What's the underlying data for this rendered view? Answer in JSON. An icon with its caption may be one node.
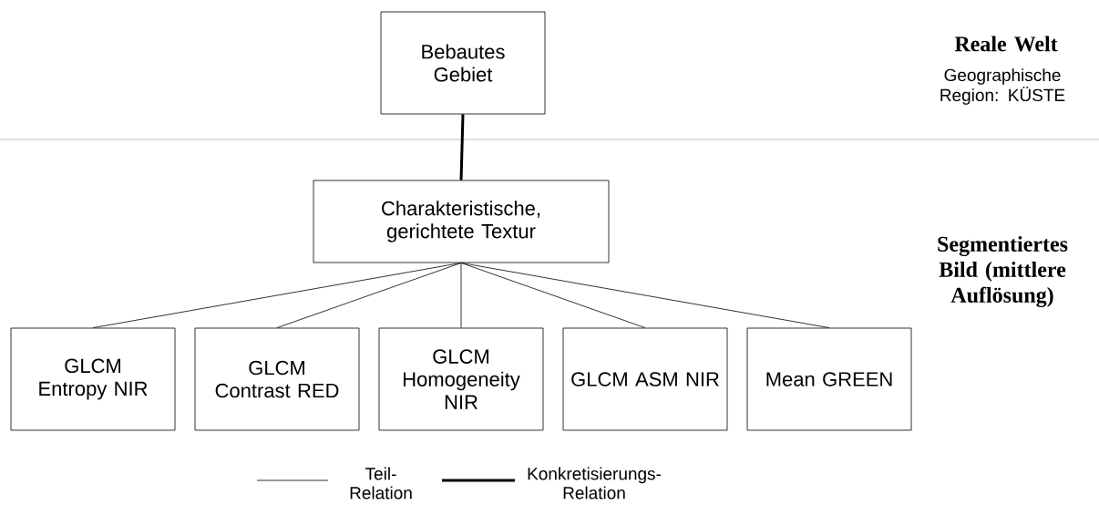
{
  "diagram": {
    "nodes": [
      {
        "text": [
          "Bebautes Gebiet"
        ]
      },
      {
        "text": [
          "Charakteristische, gerichtete Textur"
        ]
      },
      {
        "text": [
          "GLCM Entropy NIR"
        ]
      },
      {
        "text": [
          "GLCM Contrast RED"
        ]
      },
      {
        "text": [
          "GLCM Homogeneity NIR"
        ]
      },
      {
        "text": [
          "GLCM ASM NIR"
        ]
      },
      {
        "text": [
          "Mean GREEN"
        ]
      }
    ],
    "edges": [
      {
        "from": 0,
        "to": 1,
        "arrow": "none",
        "style": "thick"
      },
      {
        "from": 1,
        "to": 2,
        "arrow": "none"
      },
      {
        "from": 1,
        "to": 3,
        "arrow": "none"
      },
      {
        "from": 1,
        "to": 4,
        "arrow": "none"
      },
      {
        "from": 1,
        "to": 5,
        "arrow": "none"
      },
      {
        "from": 1,
        "to": 6,
        "arrow": "none"
      }
    ],
    "labels": [
      "Reale Welt",
      "Geographische Region: KÜSTE",
      "Segmentiertes Bild (mittlere Auflösung)"
    ],
    "legend": [
      {
        "text": "Teil- Relation"
      },
      {
        "text": "Konkretisierungs- Relation"
      }
    ]
  }
}
